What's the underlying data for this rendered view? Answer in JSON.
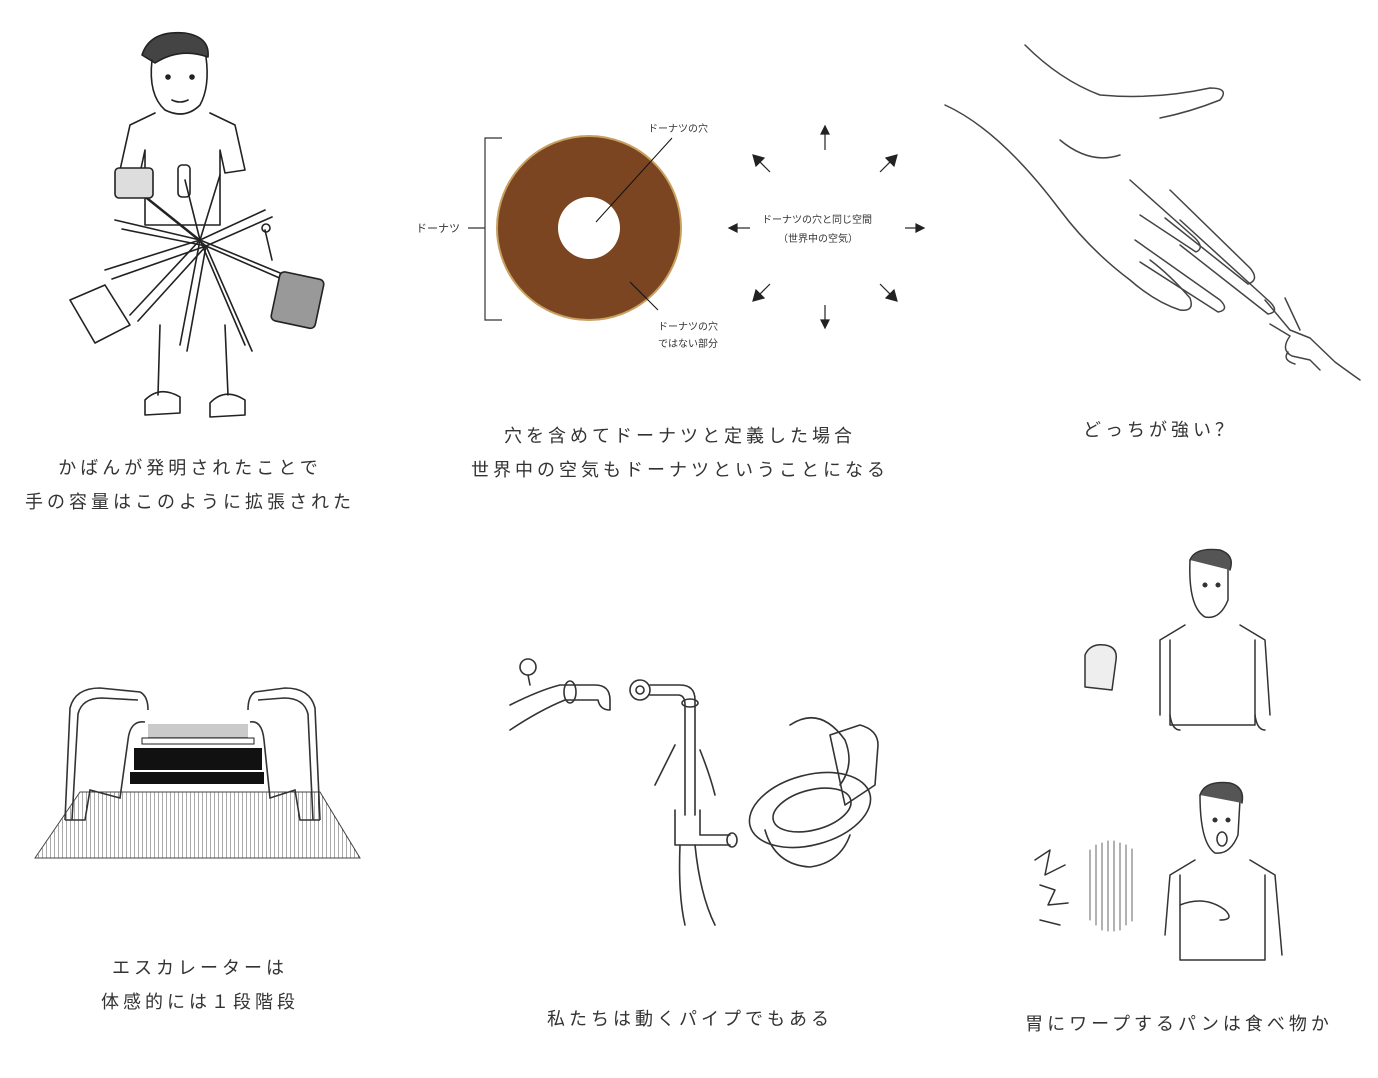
{
  "panels": {
    "bag": {
      "caption_lines": [
        "かばんが発明されたことで",
        "手の容量はこのように拡張された"
      ]
    },
    "donut": {
      "label_donut": "ドーナツ",
      "label_hole": "ドーナツの穴",
      "label_not_hole_1": "ドーナツの穴",
      "label_not_hole_2": "ではない部分",
      "label_same_space_1": "ドーナツの穴と同じ空間",
      "label_same_space_2": "（世界中の空気）",
      "caption_lines": [
        "穴を含めてドーナツと定義した場合",
        "世界中の空気もドーナツということになる"
      ],
      "colors": {
        "donut": "#7b4521",
        "edge": "#c8a060"
      }
    },
    "hand": {
      "caption_lines": [
        "どっちが強い？"
      ]
    },
    "escalator": {
      "caption_lines": [
        "エスカレーターは",
        "体感的には１段階段"
      ]
    },
    "pipe": {
      "caption_lines": [
        "私たちは動くパイプでもある"
      ]
    },
    "bread": {
      "caption_lines": [
        "胃にワープするパンは食べ物か"
      ]
    }
  }
}
